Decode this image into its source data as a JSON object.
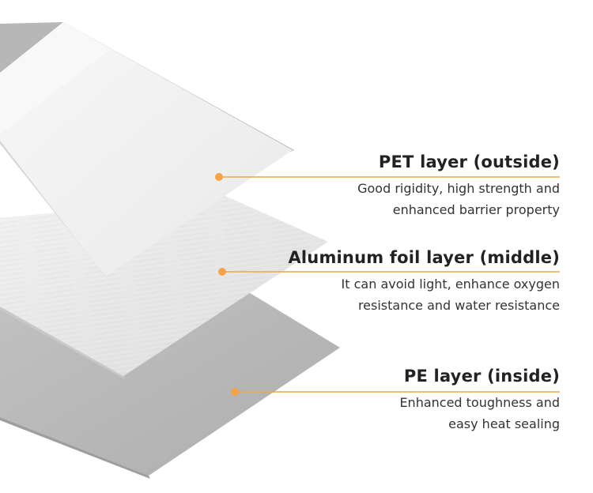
{
  "accent_color": "#F5A24A",
  "layers": [
    {
      "title": "PET layer (outside)",
      "description_lines": [
        "Good rigidity, high strength and",
        "enhanced barrier property"
      ]
    },
    {
      "title": "Aluminum foil layer (middle)",
      "description_lines": [
        "It can avoid light, enhance oxygen",
        "resistance and water resistance"
      ]
    },
    {
      "title": "PE layer (inside)",
      "description_lines": [
        "Enhanced toughness and",
        "easy heat sealing"
      ]
    }
  ]
}
